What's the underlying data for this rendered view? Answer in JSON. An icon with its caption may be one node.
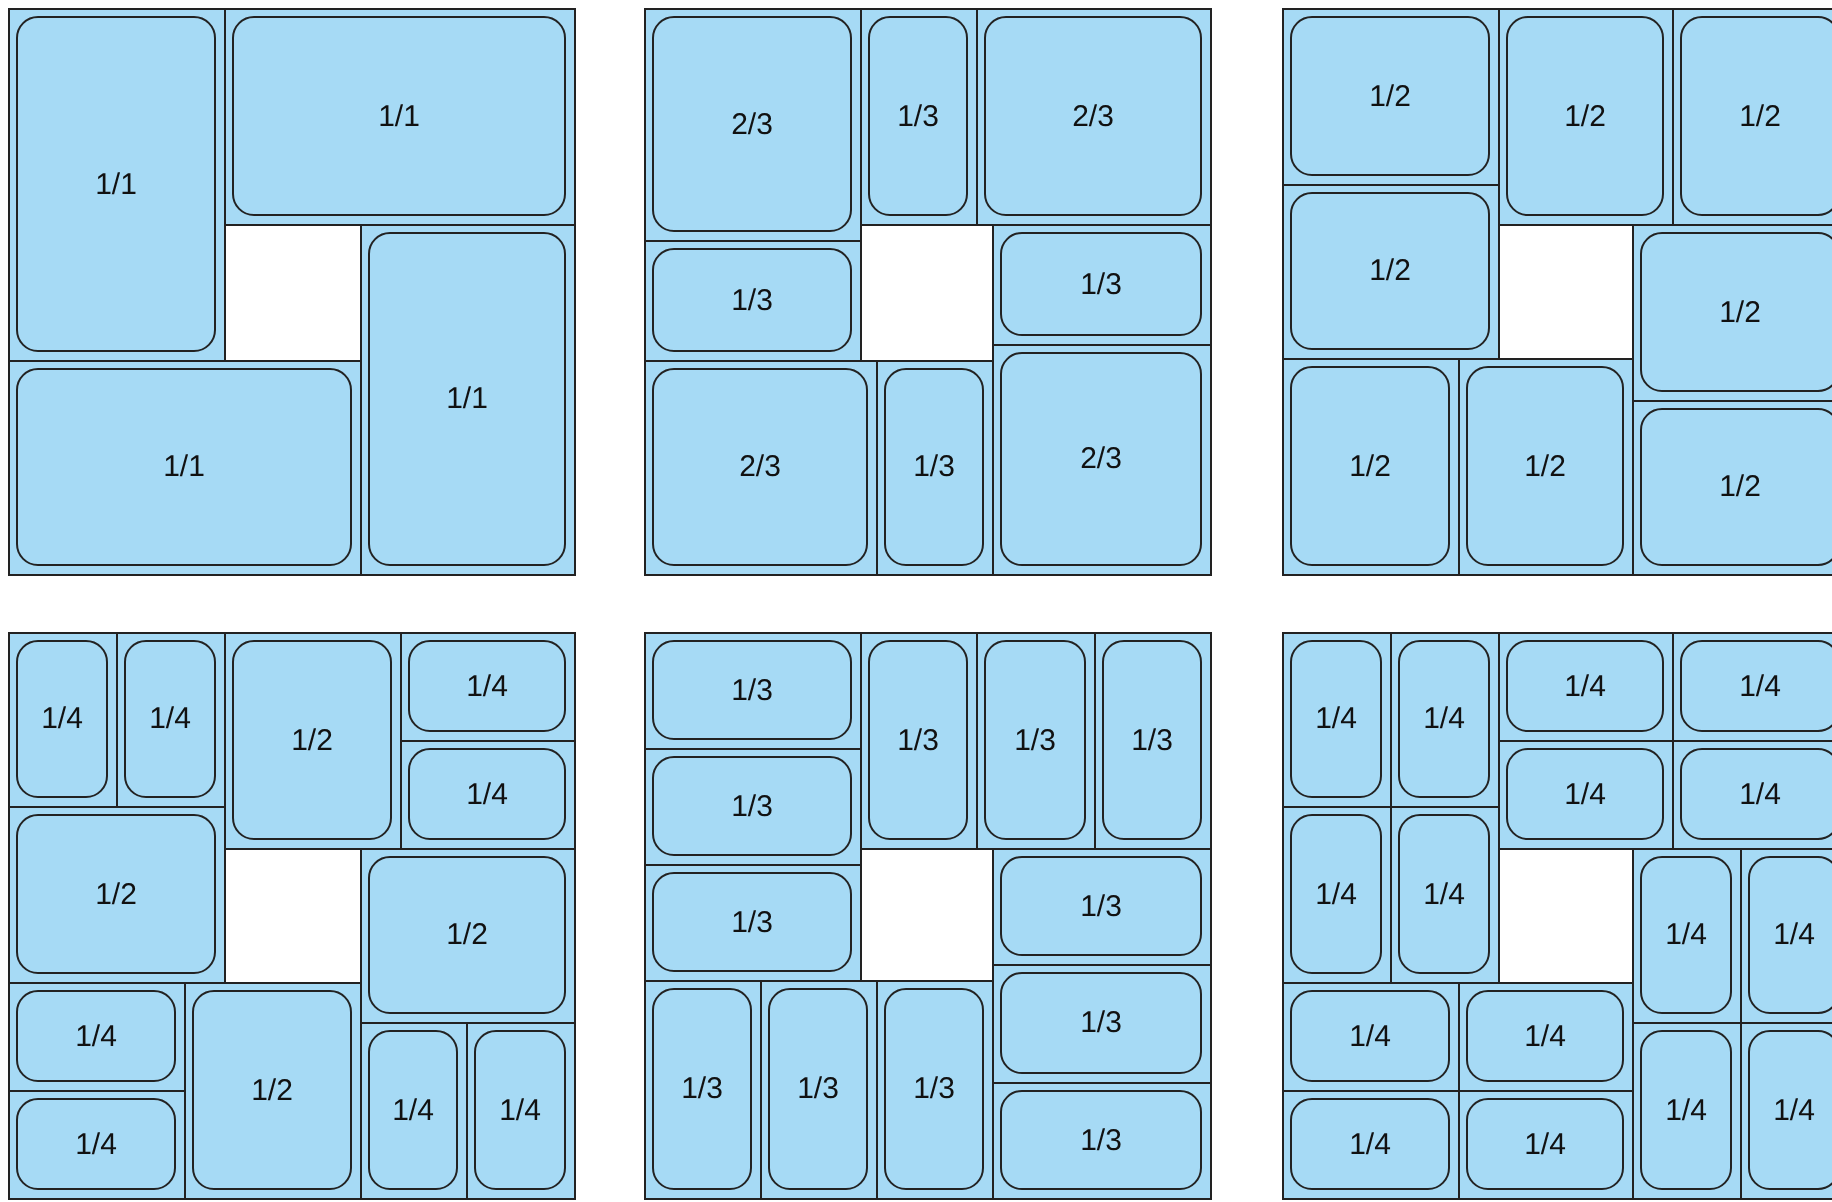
{
  "diagram": {
    "nodes": [
      {
        "text": [],
        "shape": "box"
      },
      {
        "text": [
          "1/1"
        ],
        "in": 0
      },
      {
        "text": [
          "1/1"
        ],
        "in": 0
      },
      {
        "text": [
          "1/1"
        ],
        "in": 0
      },
      {
        "text": [
          "1/1"
        ],
        "in": 0
      },
      {
        "text": [],
        "shape": "box"
      },
      {
        "text": [
          "2/3"
        ],
        "in": 5
      },
      {
        "text": [
          "1/3"
        ],
        "in": 5
      },
      {
        "text": [
          "2/3"
        ],
        "in": 5
      },
      {
        "text": [
          "1/3"
        ],
        "in": 5
      },
      {
        "text": [
          "1/3"
        ],
        "in": 5
      },
      {
        "text": [
          "2/3"
        ],
        "in": 5
      },
      {
        "text": [
          "2/3"
        ],
        "in": 5
      },
      {
        "text": [
          "1/3"
        ],
        "in": 5
      },
      {
        "text": [],
        "shape": "box"
      },
      {
        "text": [
          "1/2"
        ],
        "in": 14
      },
      {
        "text": [
          "1/2"
        ],
        "in": 14
      },
      {
        "text": [
          "1/2"
        ],
        "in": 14
      },
      {
        "text": [
          "1/2"
        ],
        "in": 14
      },
      {
        "text": [
          "1/2"
        ],
        "in": 14
      },
      {
        "text": [
          "1/2"
        ],
        "in": 14
      },
      {
        "text": [
          "1/2"
        ],
        "in": 14
      },
      {
        "text": [
          "1/2"
        ],
        "in": 14
      },
      {
        "text": [],
        "shape": "box"
      },
      {
        "text": [
          "1/4"
        ],
        "in": 23
      },
      {
        "text": [
          "1/4"
        ],
        "in": 23
      },
      {
        "text": [
          "1/2"
        ],
        "in": 23
      },
      {
        "text": [
          "1/4"
        ],
        "in": 23
      },
      {
        "text": [
          "1/4"
        ],
        "in": 23
      },
      {
        "text": [
          "1/2"
        ],
        "in": 23
      },
      {
        "text": [
          "1/2"
        ],
        "in": 23
      },
      {
        "text": [
          "1/4"
        ],
        "in": 23
      },
      {
        "text": [
          "1/2"
        ],
        "in": 23
      },
      {
        "text": [
          "1/4"
        ],
        "in": 23
      },
      {
        "text": [
          "1/4"
        ],
        "in": 23
      },
      {
        "text": [
          "1/4"
        ],
        "in": 23
      },
      {
        "text": [],
        "shape": "box"
      },
      {
        "text": [
          "1/3"
        ],
        "in": 36
      },
      {
        "text": [
          "1/3"
        ],
        "in": 36
      },
      {
        "text": [
          "1/3"
        ],
        "in": 36
      },
      {
        "text": [
          "1/3"
        ],
        "in": 36
      },
      {
        "text": [
          "1/3"
        ],
        "in": 36
      },
      {
        "text": [
          "1/3"
        ],
        "in": 36
      },
      {
        "text": [
          "1/3"
        ],
        "in": 36
      },
      {
        "text": [
          "1/3"
        ],
        "in": 36
      },
      {
        "text": [
          "1/3"
        ],
        "in": 36
      },
      {
        "text": [
          "1/3"
        ],
        "in": 36
      },
      {
        "text": [
          "1/3"
        ],
        "in": 36
      },
      {
        "text": [
          "1/3"
        ],
        "in": 36
      },
      {
        "text": [],
        "shape": "box"
      },
      {
        "text": [
          "1/4"
        ],
        "in": 49
      },
      {
        "text": [
          "1/4"
        ],
        "in": 49
      },
      {
        "text": [
          "1/4"
        ],
        "in": 49
      },
      {
        "text": [
          "1/4"
        ],
        "in": 49
      },
      {
        "text": [
          "1/4"
        ],
        "in": 49
      },
      {
        "text": [
          "1/4"
        ],
        "in": 49
      },
      {
        "text": [
          "1/4"
        ],
        "in": 49
      },
      {
        "text": [
          "1/4"
        ],
        "in": 49
      },
      {
        "text": [
          "1/4"
        ],
        "in": 49
      },
      {
        "text": [
          "1/4"
        ],
        "in": 49
      },
      {
        "text": [
          "1/4"
        ],
        "in": 49
      },
      {
        "text": [
          "1/4"
        ],
        "in": 49
      },
      {
        "text": [
          "1/4"
        ],
        "in": 49
      },
      {
        "text": [
          "1/4"
        ],
        "in": 49
      },
      {
        "text": [
          "1/4"
        ],
        "in": 49
      },
      {
        "text": [
          "1/4"
        ],
        "in": 49
      }
    ]
  }
}
